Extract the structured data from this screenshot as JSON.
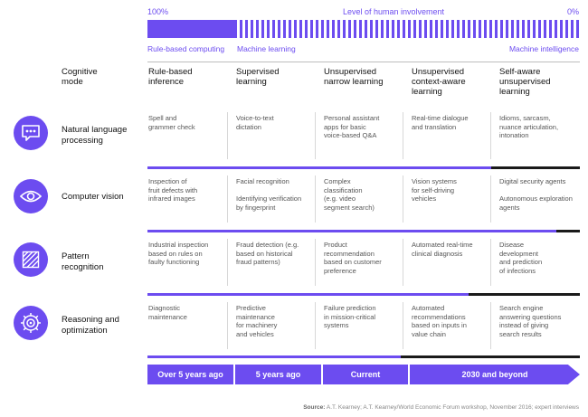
{
  "involvement": {
    "pct_left": "100%",
    "title": "Level of human involvement",
    "pct_right": "0%",
    "rule_based": "Rule-based computing",
    "machine_learning": "Machine learning",
    "machine_intelligence": "Machine intelligence"
  },
  "header": {
    "cognitive_mode": "Cognitive\nmode",
    "columns": [
      "Rule-based\ninference",
      "Supervised\nlearning",
      "Unsupervised\nnarrow learning",
      "Unsupervised\ncontext-aware\nlearning",
      "Self-aware\nunsupervised\nlearning"
    ]
  },
  "rows": [
    {
      "label": "Natural language\nprocessing",
      "icon": "speech-bubble-icon",
      "cells": [
        "Spell and\ngrammer check",
        "Voice-to-text\ndictation",
        "Personal assistant\napps for basic\nvoice-based Q&A",
        "Real-time dialogue\nand translation",
        "Idioms, sarcasm,\nnuance articulation,\nintonation"
      ]
    },
    {
      "label": "Computer vision",
      "icon": "eye-icon",
      "cells": [
        "Inspection of\nfruit defects with\ninfrared images",
        "Facial recognition\n\nIdentifying verification\nby fingerprint",
        "Complex\nclassification\n(e.g. video\nsegment search)",
        "Vision systems\nfor self-driving\nvehicles",
        "Digital security agents\n\nAutonomous exploration\nagents"
      ]
    },
    {
      "label": "Pattern\nrecognition",
      "icon": "pattern-lines-icon",
      "cells": [
        "Industrial inspection\nbased on rules on\nfaulty functioning",
        "Fraud detection (e.g.\nbased on historical\nfraud patterns)",
        "Product\nrecommendation\nbased on customer\npreference",
        "Automated real-time\nclinical diagnosis",
        "Disease\ndevelopment\nand prediction\nof infections"
      ]
    },
    {
      "label": "Reasoning and\noptimization",
      "icon": "target-gear-icon",
      "cells": [
        "Diagnostic\nmaintenance",
        "Predictive\nmaintenance\nfor machinery\nand vehicles",
        "Failure prediction\nin mission-critical\nsystems",
        "Automated\nrecommendations\nbased on inputs in\nvalue chain",
        "Search engine\nanswering questions\ninstead of giving\nsearch results"
      ]
    }
  ],
  "timeline": [
    "Over 5 years ago",
    "5 years ago",
    "Current",
    "2030 and beyond"
  ],
  "source": {
    "label": "Source:",
    "text": "A.T. Kearney; A.T. Kearney/World Economic Forum workshop, November 2016; expert interviews"
  }
}
